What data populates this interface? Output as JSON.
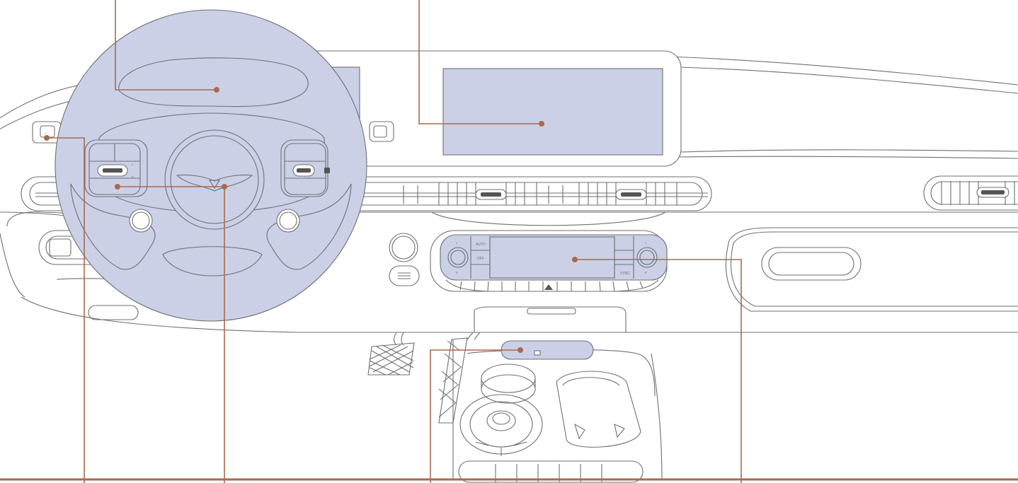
{
  "colors": {
    "highlight": "#cbd0e7",
    "outline": "#6f6f74",
    "leader": "#a86a4e",
    "background": "#ffffff"
  },
  "climate_panel": {
    "auto_label": "AUTO",
    "off_label": "OFF",
    "sync_label": "SYNC"
  },
  "callouts": [
    {
      "id": "cluster-display",
      "target": "instrument cluster display"
    },
    {
      "id": "infotainment-display",
      "target": "center infotainment display"
    },
    {
      "id": "light-switch",
      "target": "left stalk light switch"
    },
    {
      "id": "steering-wheel-controls",
      "target": "steering wheel left switch pad"
    },
    {
      "id": "horn-pad",
      "target": "steering wheel hub emblem"
    },
    {
      "id": "wireless-charger",
      "target": "console charging pad"
    },
    {
      "id": "climate-control",
      "target": "climate control panel"
    }
  ]
}
